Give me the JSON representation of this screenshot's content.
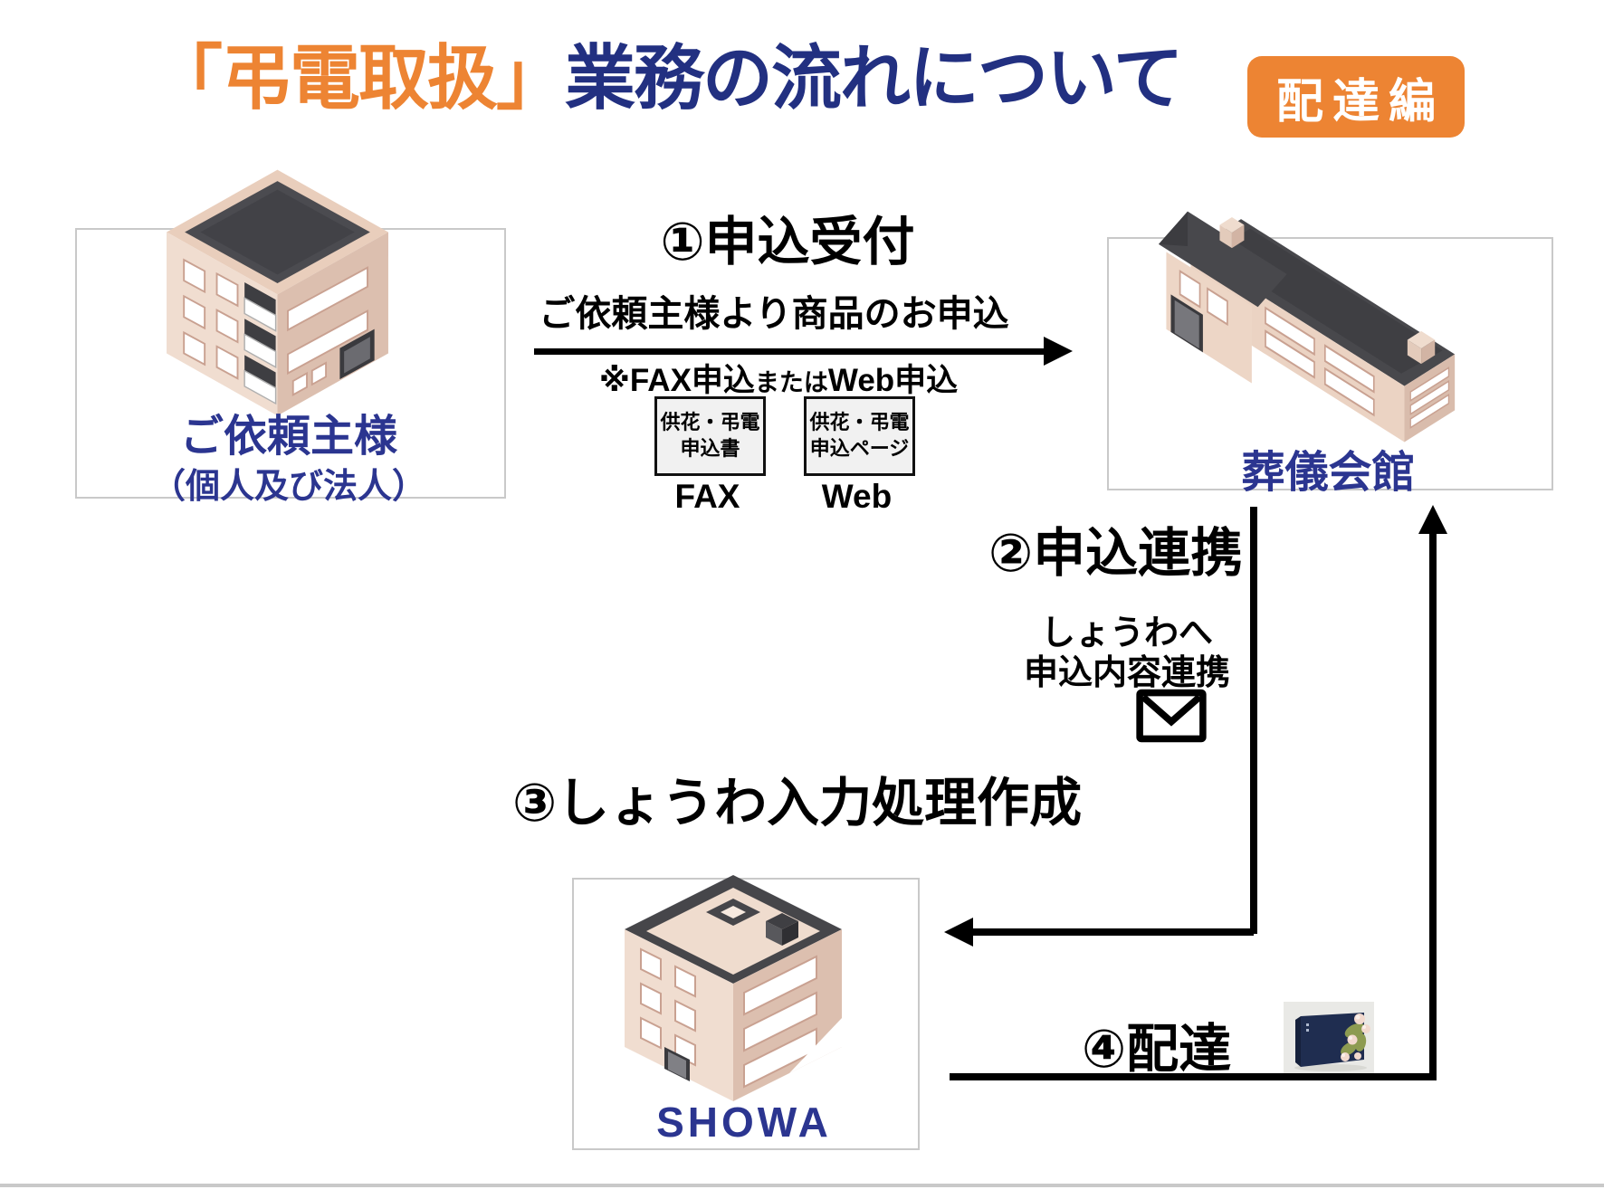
{
  "title": {
    "highlight": "「弔電取扱」",
    "main": "業務の流れについて",
    "badge": "配達編"
  },
  "entities": {
    "client": {
      "name": "ご依頼主様",
      "sub": "（個人及び法人）"
    },
    "funeral_hall": {
      "name": "葬儀会館"
    },
    "showa": {
      "name": "SHOWA"
    }
  },
  "steps": {
    "step1": {
      "heading": "①申込受付",
      "description": "ご依頼主様より商品のお申込",
      "note_prefix": "※FAX申込",
      "note_connector": "または",
      "note_suffix": "Web申込",
      "fax_doc": {
        "line1": "供花・弔電",
        "line2": "申込書",
        "caption": "FAX"
      },
      "web_doc": {
        "line1": "供花・弔電",
        "line2": "申込ページ",
        "caption": "Web"
      }
    },
    "step2": {
      "heading": "②申込連携",
      "description_line1": "しょうわへ",
      "description_line2": "申込内容連携"
    },
    "step3": {
      "heading": "③しょうわ入力処理作成"
    },
    "step4": {
      "heading": "④配達"
    }
  },
  "colors": {
    "accent_orange": "#ED8433",
    "title_navy": "#223081",
    "label_navy": "#2B3590",
    "diagram_black": "#000000",
    "box_border_gray": "#C9C9C9"
  }
}
